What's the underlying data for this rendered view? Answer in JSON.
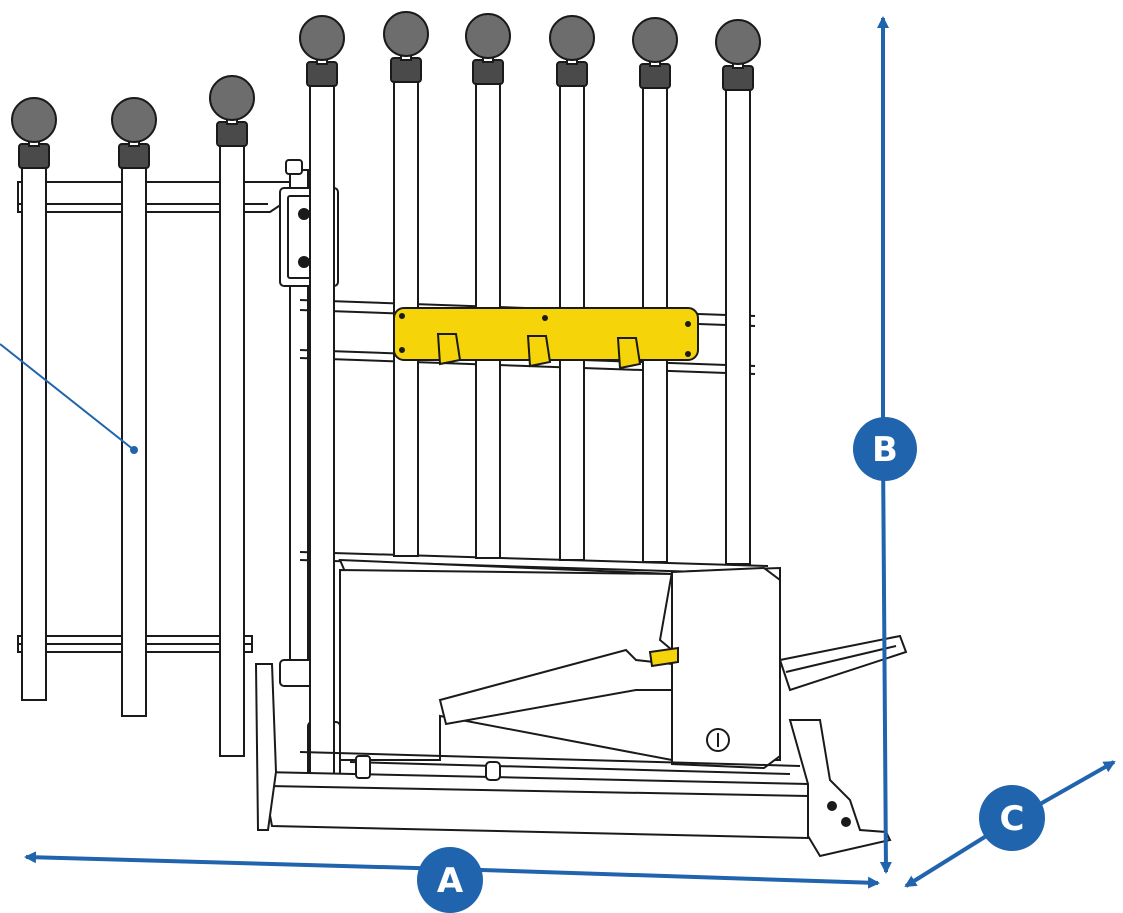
{
  "colors": {
    "line": "#1a1a1a",
    "tube_fill": "#ffffff",
    "knob": "#6d6d6d",
    "collar": "#4a4a4a",
    "accent_yellow": "#f5d40a",
    "dimension_blue": "#1f64ad",
    "label_text": "#ffffff"
  },
  "dimensions": {
    "a": {
      "label": "A"
    },
    "b": {
      "label": "B"
    },
    "c": {
      "label": "C"
    }
  },
  "icons": {
    "knob": "ball-knob-icon",
    "power": "power-button-icon"
  }
}
